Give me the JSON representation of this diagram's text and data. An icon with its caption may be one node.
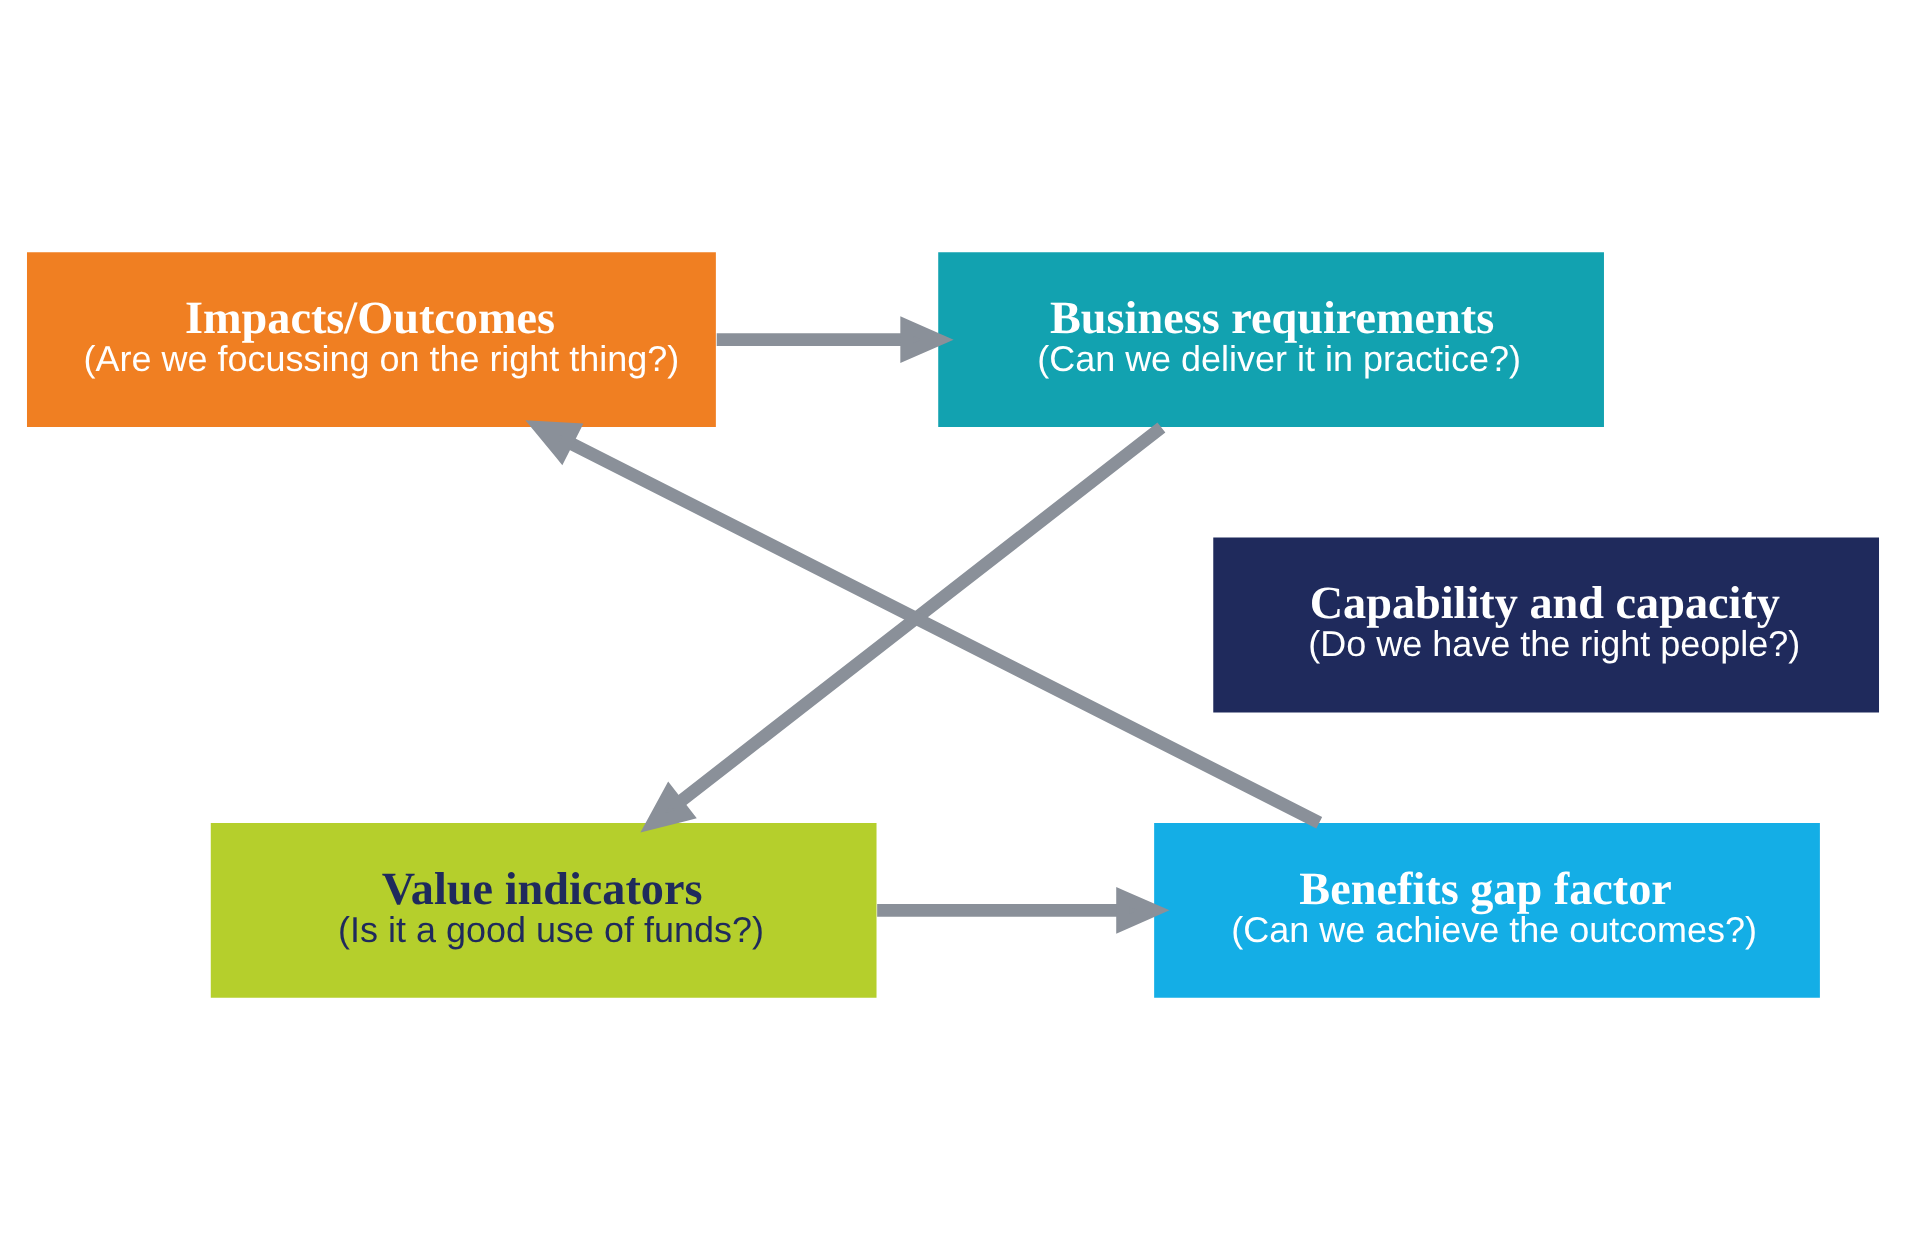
{
  "diagram": {
    "nodes": [
      {
        "text": [
          "Impacts/Outcomes",
          "(Are we focussing on the right thing?)"
        ]
      },
      {
        "text": [
          "Business requirements",
          "(Can we deliver it in practice?)"
        ]
      },
      {
        "text": [
          "Capability and capacity",
          "(Do we have the right people?)"
        ]
      },
      {
        "text": [
          "Benefits gap factor",
          "(Can we achieve the outcomes?)"
        ]
      },
      {
        "text": [
          "Value indicators",
          "(Is it a good use of funds?)"
        ]
      }
    ],
    "edges": [
      {
        "from": 0,
        "to": 1,
        "arrow": "to"
      },
      {
        "from": 1,
        "to": 4,
        "arrow": "to"
      },
      {
        "from": 4,
        "to": 3,
        "arrow": "to"
      },
      {
        "from": 3,
        "to": 0,
        "arrow": "to"
      }
    ]
  }
}
